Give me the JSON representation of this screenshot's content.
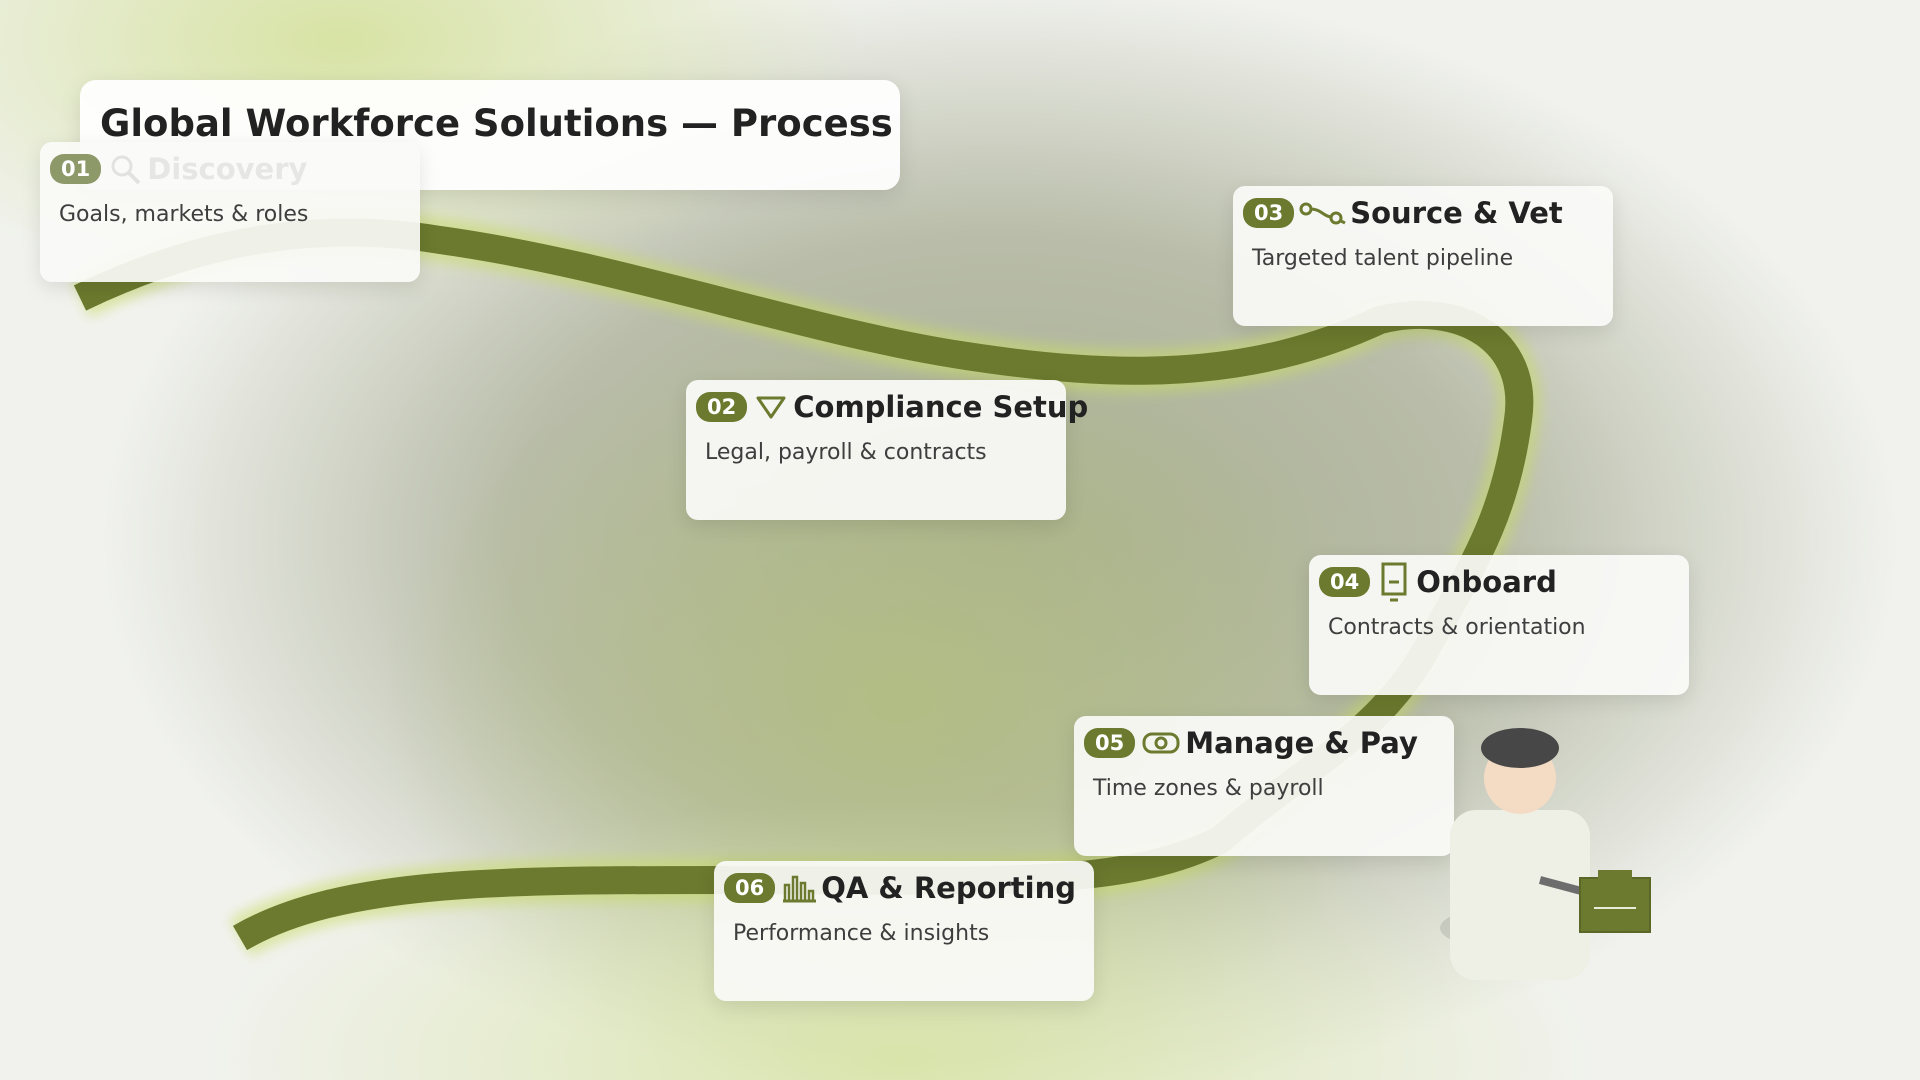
{
  "title": "Global Workforce Solutions — Process",
  "colors": {
    "accent": "#6b7a2e",
    "card": "#fafaf8",
    "text": "#222222"
  },
  "steps": [
    {
      "number": "01",
      "title": "Discovery",
      "description": "Goals, markets & roles",
      "icon": "search-icon"
    },
    {
      "number": "02",
      "title": "Compliance Setup",
      "description": "Legal, payroll & contracts",
      "icon": "funnel-icon"
    },
    {
      "number": "03",
      "title": "Source & Vet",
      "description": "Targeted talent pipeline",
      "icon": "path-nodes-icon"
    },
    {
      "number": "04",
      "title": "Onboard",
      "description": "Contracts & orientation",
      "icon": "clipboard-icon"
    },
    {
      "number": "05",
      "title": "Manage & Pay",
      "description": "Time zones & payroll",
      "icon": "money-icon"
    },
    {
      "number": "06",
      "title": "QA & Reporting",
      "description": "Performance & insights",
      "icon": "bar-chart-icon"
    }
  ]
}
